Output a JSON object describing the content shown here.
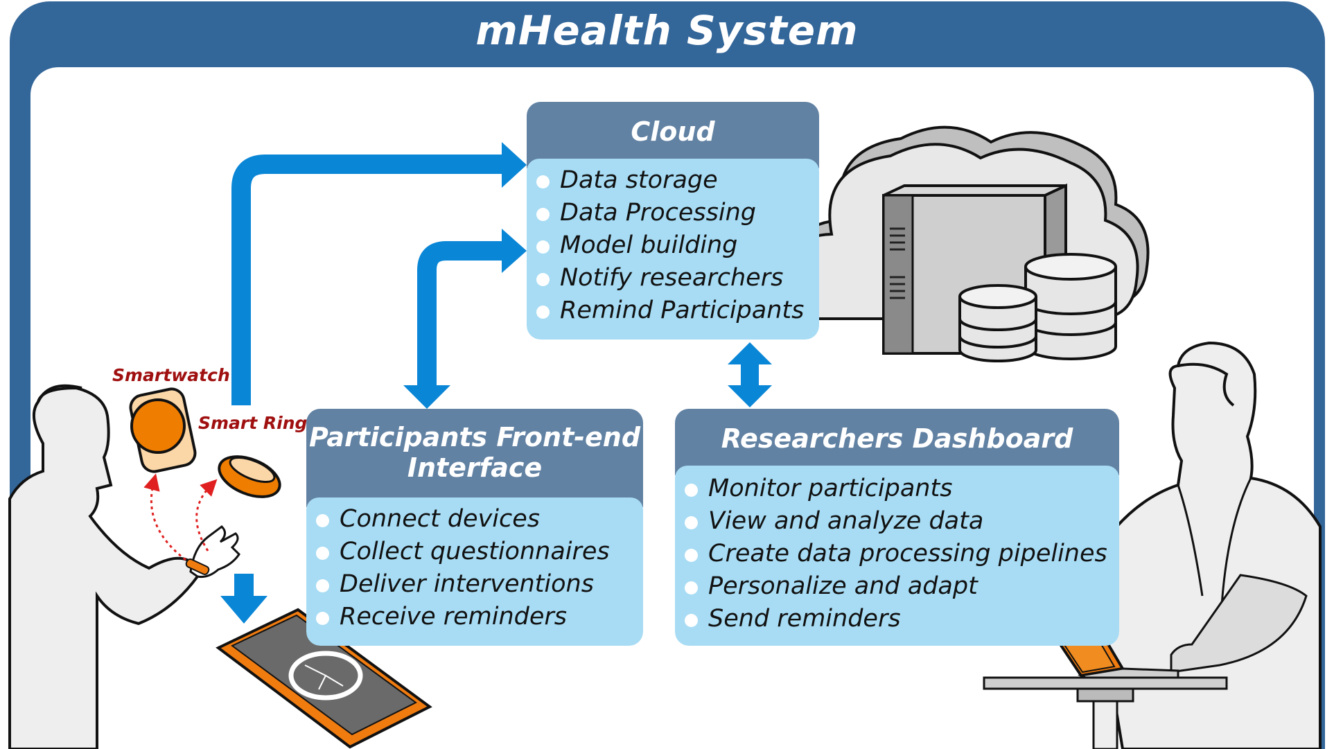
{
  "title": "mHealth System",
  "colors": {
    "frame": "#336699",
    "box_header": "#6282a3",
    "box_body": "#a7dcf4",
    "arrow": "#0a86d6",
    "accent": "#f07c10",
    "label_red": "#a01010"
  },
  "cloud": {
    "title": "Cloud",
    "items": [
      "Data storage",
      "Data Processing",
      "Model building",
      "Notify researchers",
      "Remind Participants"
    ]
  },
  "participants": {
    "title_line1": "Participants Front-end",
    "title_line2": "Interface",
    "items": [
      "Connect devices",
      "Collect questionnaires",
      "Deliver interventions",
      "Receive reminders"
    ]
  },
  "researchers": {
    "title": "Researchers Dashboard",
    "items": [
      "Monitor participants",
      "View and analyze data",
      "Create data processing pipelines",
      "Personalize and adapt",
      "Send reminders"
    ]
  },
  "devices": {
    "smartwatch": "Smartwatch",
    "smart_ring": "Smart Ring"
  },
  "icons": [
    "cloud-server-icon",
    "database-icon",
    "smartphone-icon",
    "smartwatch-icon",
    "smart-ring-icon",
    "laptop-icon",
    "participant-person-icon",
    "researcher-person-icon"
  ]
}
